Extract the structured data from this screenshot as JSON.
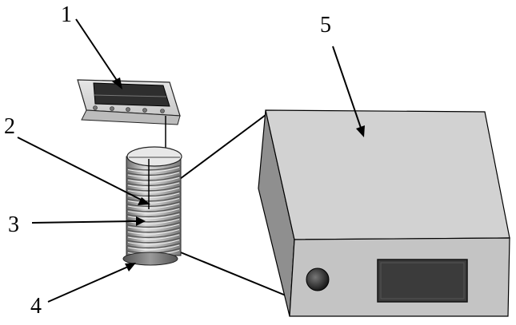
{
  "labels": {
    "l1": "1",
    "l2": "2",
    "l3": "3",
    "l4": "4",
    "l5": "5"
  },
  "colors": {
    "line": "#000000",
    "box_top": "#d4d4d4",
    "box_front": "#c6c6c6",
    "box_side": "#9a9a9a",
    "screen": "#3a3a3a",
    "coil_dark": "#6e6e6e",
    "coil_light": "#d8d8d8"
  }
}
